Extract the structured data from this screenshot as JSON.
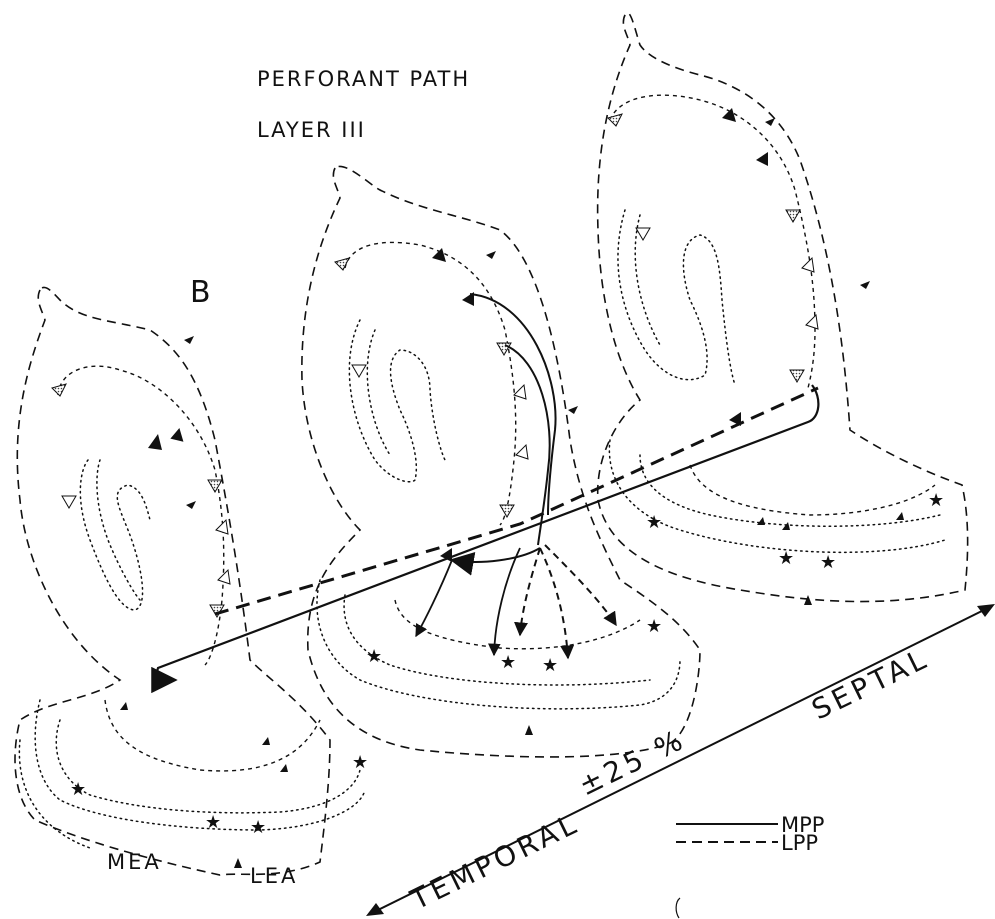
{
  "figure": {
    "panel_letter": "B",
    "title_line1": "PERFORANT PATH",
    "title_line2": "LAYER III"
  },
  "region_labels": {
    "mea": "MEA",
    "lea": "LEA"
  },
  "axis": {
    "left_label": "TEMPORAL",
    "right_label": "SEPTAL",
    "middle_label": "±25 %"
  },
  "legend": {
    "items": [
      {
        "style": "solid",
        "label": "MPP"
      },
      {
        "style": "dashed",
        "label": "LPP"
      }
    ]
  },
  "colors": {
    "ink": "#111111",
    "background": "#ffffff",
    "stipple": "#9a9a9a"
  }
}
